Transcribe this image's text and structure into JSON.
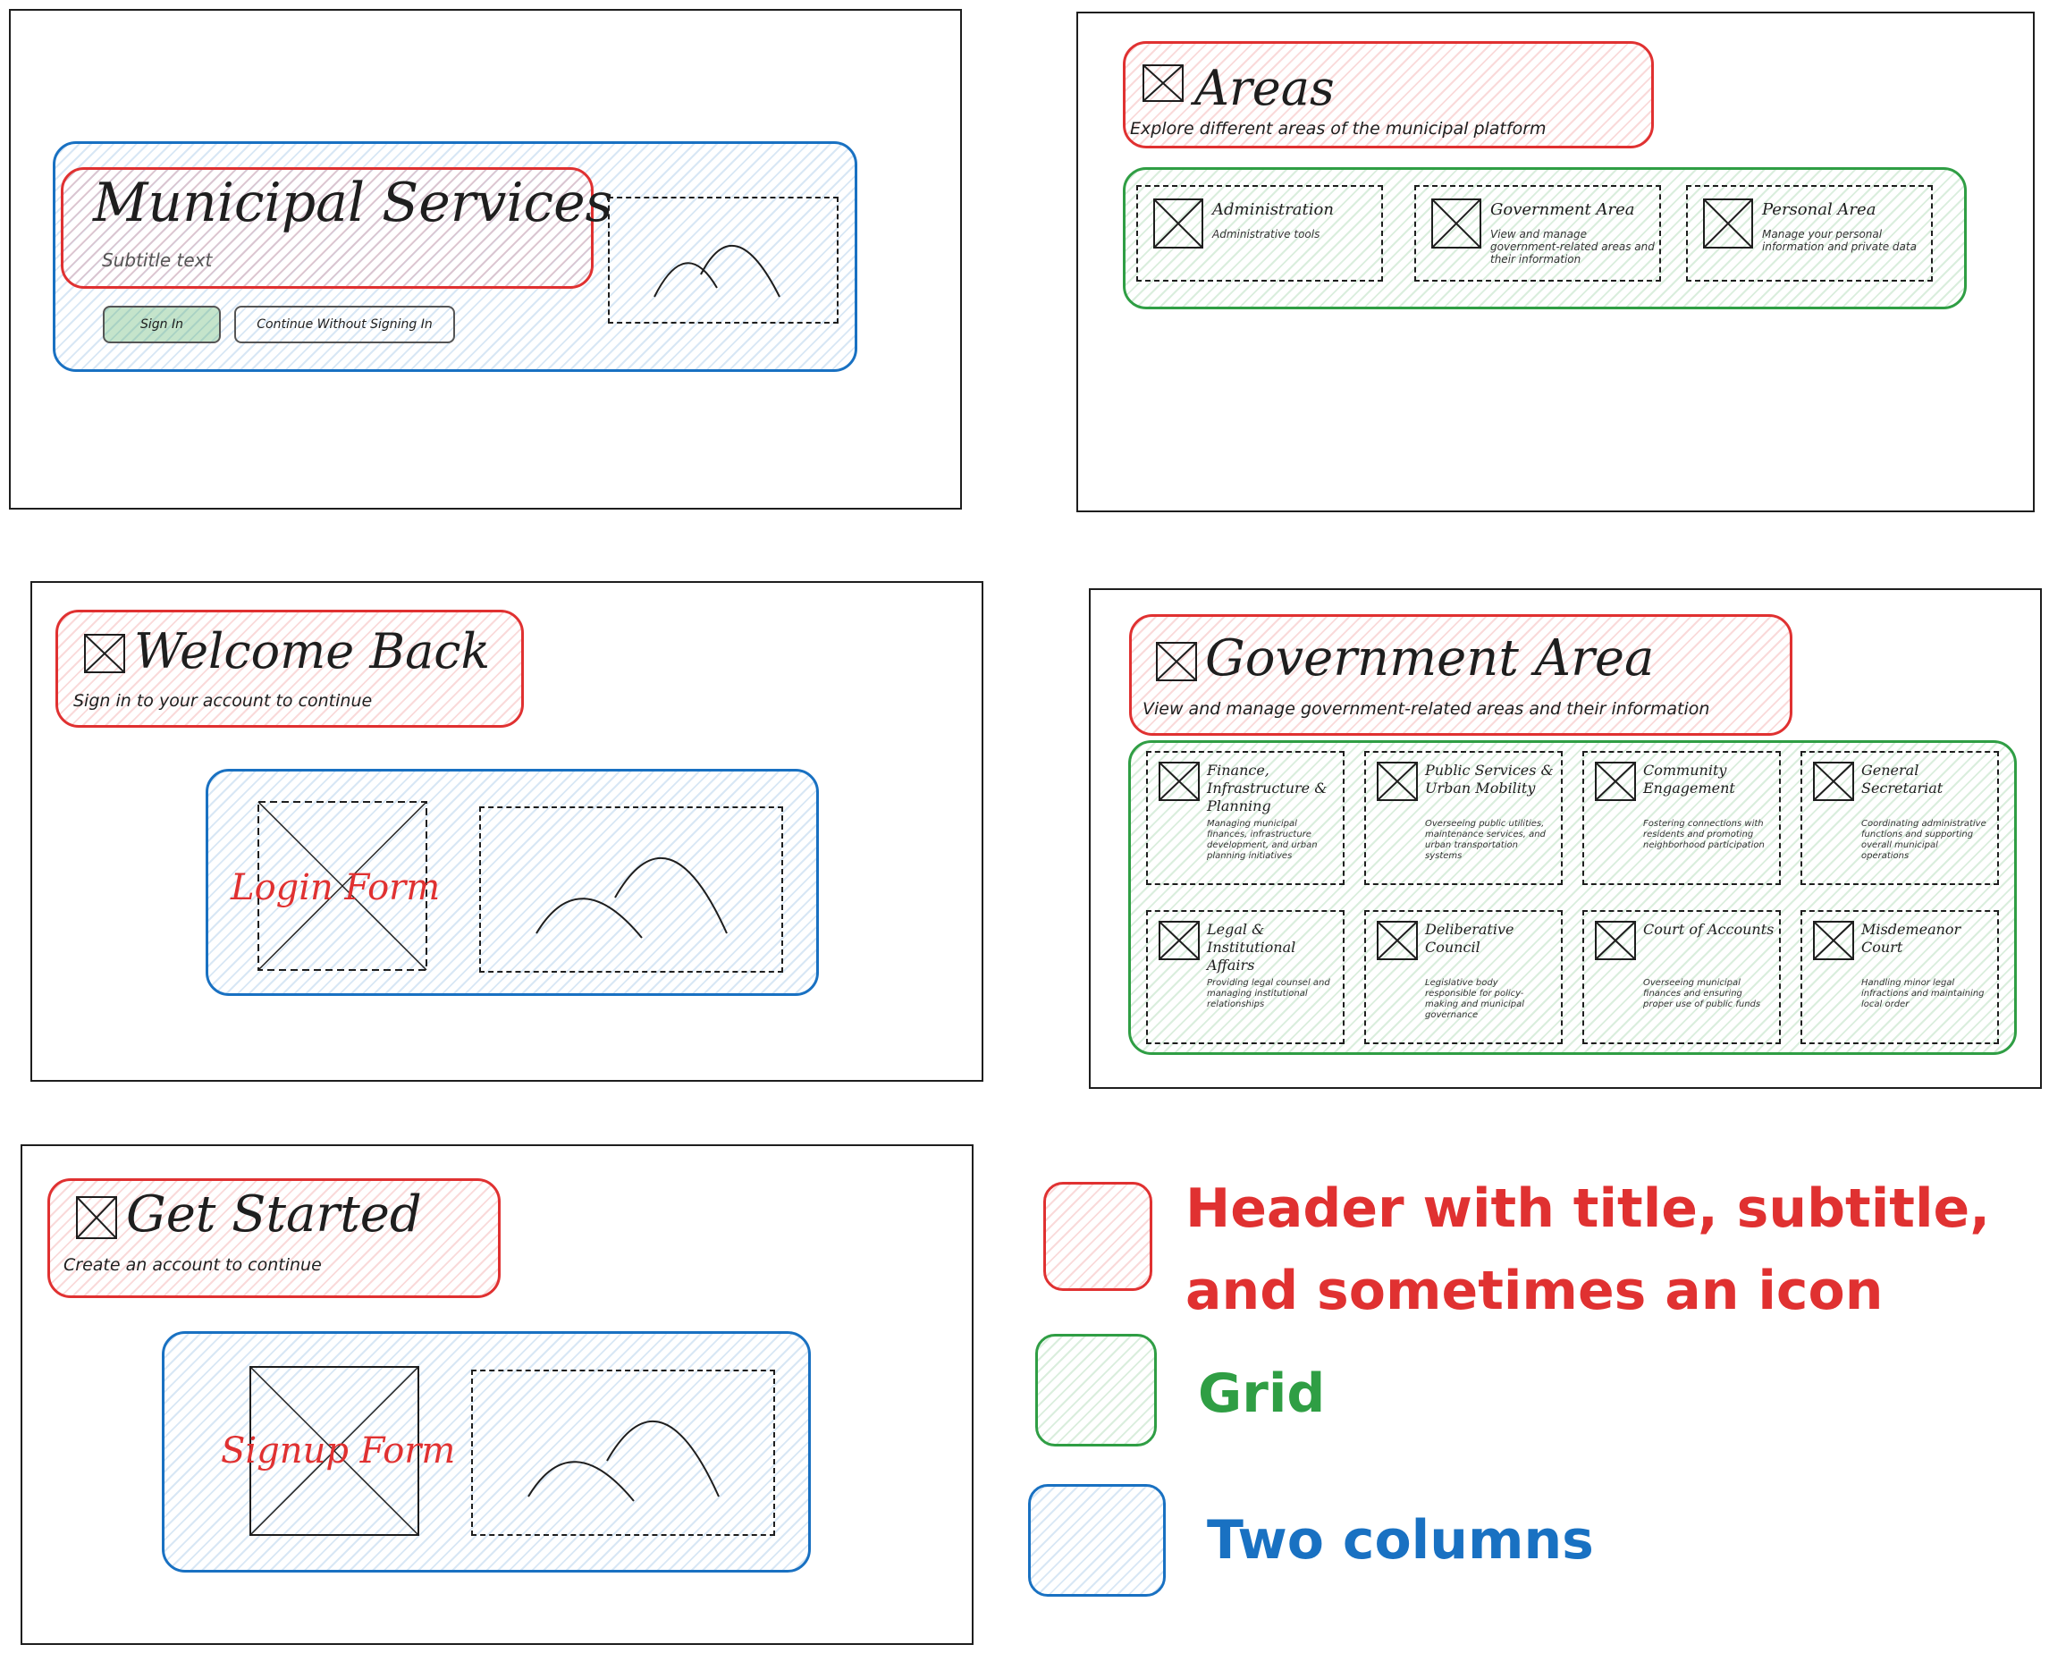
{
  "colors": {
    "header": "#e03131",
    "grid": "#2f9e44",
    "two_columns": "#1971c2",
    "stroke": "#1e1e1e"
  },
  "wireframe_municipal": {
    "title": "Municipal Services",
    "subtitle": "Subtitle text",
    "sign_in_label": "Sign In",
    "continue_label": "Continue Without Signing In",
    "image_icon": "image-placeholder-icon"
  },
  "wireframe_areas": {
    "title": "Areas",
    "subtitle": "Explore different areas of the municipal platform",
    "cards": [
      {
        "title": "Administration",
        "desc": "Administrative tools"
      },
      {
        "title": "Government Area",
        "desc": "View and manage government-related areas and their information"
      },
      {
        "title": "Personal Area",
        "desc": "Manage your personal information and private data"
      }
    ]
  },
  "wireframe_welcome": {
    "title": "Welcome Back",
    "subtitle": "Sign in to your account to continue",
    "form_label": "Login Form"
  },
  "wireframe_government": {
    "title": "Government Area",
    "subtitle": "View and manage government-related areas and their information",
    "cards": [
      {
        "title": "Finance, Infrastructure & Planning",
        "desc": "Managing municipal finances, infrastructure development, and urban planning initiatives"
      },
      {
        "title": "Public Services & Urban Mobility",
        "desc": "Overseeing public utilities, maintenance services, and urban transportation systems"
      },
      {
        "title": "Community Engagement",
        "desc": "Fostering connections with residents and promoting neighborhood participation"
      },
      {
        "title": "General Secretariat",
        "desc": "Coordinating administrative functions and supporting overall municipal operations"
      },
      {
        "title": "Legal & Institutional Affairs",
        "desc": "Providing legal counsel and managing institutional relationships"
      },
      {
        "title": "Deliberative Council",
        "desc": "Legislative body responsible for policy-making and municipal governance"
      },
      {
        "title": "Court of Accounts",
        "desc": "Overseeing municipal finances and ensuring proper use of public funds"
      },
      {
        "title": "Misdemeanor Court",
        "desc": "Handling minor legal infractions and maintaining local order"
      }
    ]
  },
  "wireframe_signup": {
    "title": "Get Started",
    "subtitle": "Create an account to continue",
    "form_label": "Signup Form"
  },
  "legend": {
    "header": "Header with title, subtitle, and sometimes an icon",
    "grid": "Grid",
    "two_columns": "Two columns"
  }
}
